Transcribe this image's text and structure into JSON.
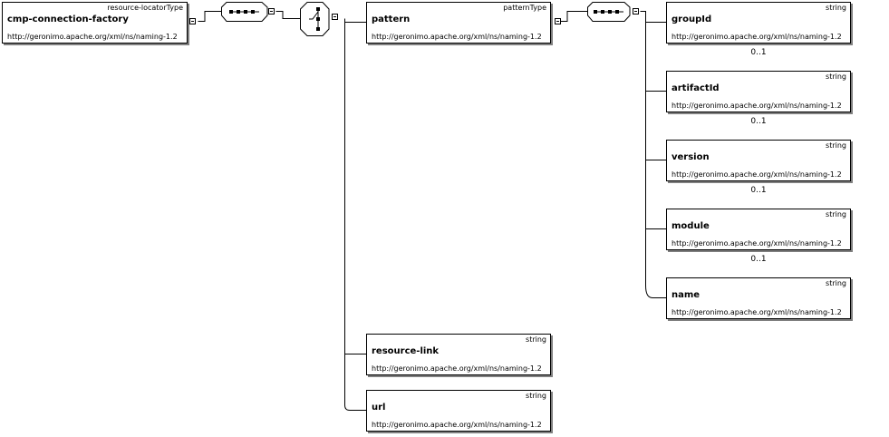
{
  "root": {
    "type": "resource-locatorType",
    "name": "cmp-connection-factory",
    "namespace": "http://geronimo.apache.org/xml/ns/naming-1.2"
  },
  "pattern": {
    "type": "patternType",
    "name": "pattern",
    "namespace": "http://geronimo.apache.org/xml/ns/naming-1.2"
  },
  "pattern_children": [
    {
      "type": "string",
      "name": "groupId",
      "namespace": "http://geronimo.apache.org/xml/ns/naming-1.2",
      "occurrence": "0..1"
    },
    {
      "type": "string",
      "name": "artifactId",
      "namespace": "http://geronimo.apache.org/xml/ns/naming-1.2",
      "occurrence": "0..1"
    },
    {
      "type": "string",
      "name": "version",
      "namespace": "http://geronimo.apache.org/xml/ns/naming-1.2",
      "occurrence": "0..1"
    },
    {
      "type": "string",
      "name": "module",
      "namespace": "http://geronimo.apache.org/xml/ns/naming-1.2",
      "occurrence": "0..1"
    },
    {
      "type": "string",
      "name": "name",
      "namespace": "http://geronimo.apache.org/xml/ns/naming-1.2",
      "occurrence": ""
    }
  ],
  "resource_link": {
    "type": "string",
    "name": "resource-link",
    "namespace": "http://geronimo.apache.org/xml/ns/naming-1.2"
  },
  "url": {
    "type": "string",
    "name": "url",
    "namespace": "http://geronimo.apache.org/xml/ns/naming-1.2"
  },
  "compositors": {
    "root_sequence": "sequence-icon",
    "choice": "choice-icon",
    "pattern_sequence": "sequence-icon"
  }
}
